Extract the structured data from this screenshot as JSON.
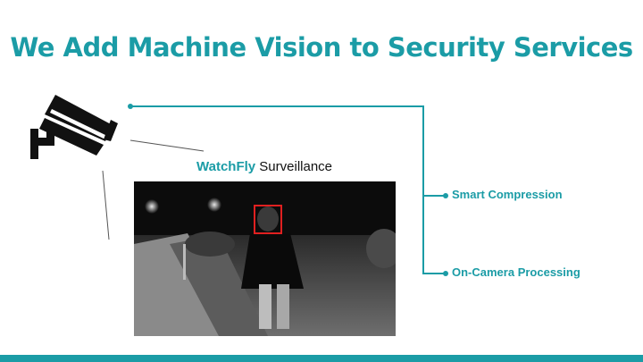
{
  "slide": {
    "title": "We Add Machine Vision to Security Services"
  },
  "surveillance": {
    "brand": "WatchFly",
    "label": "Surveillance"
  },
  "features": [
    {
      "label": "Smart Compression"
    },
    {
      "label": "On-Camera Processing"
    }
  ],
  "colors": {
    "accent": "#1b9ca6",
    "detection_box": "#e02020"
  },
  "icons": {
    "camera": "security-camera-icon"
  }
}
